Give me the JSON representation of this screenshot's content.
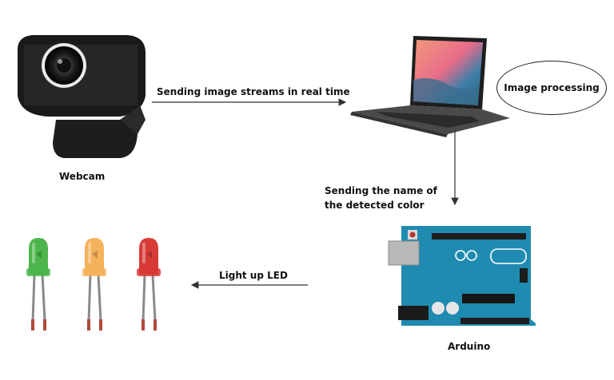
{
  "nodes": {
    "webcam": {
      "label": "Webcam"
    },
    "laptop": {
      "label": ""
    },
    "processing": {
      "label": "Image processing"
    },
    "arduino": {
      "label": "Arduino"
    },
    "leds": [
      {
        "color": "#4cb54c"
      },
      {
        "color": "#f4b25a"
      },
      {
        "color": "#d83a36"
      }
    ]
  },
  "edges": {
    "webcam_to_laptop": "Sending image streams in real time",
    "laptop_to_arduino_line1": "Sending the name of",
    "laptop_to_arduino_line2": "the detected color",
    "arduino_to_leds": "Light up LED"
  },
  "colors": {
    "arduino_board": "#1f8bb0",
    "arrow": "#333333"
  }
}
